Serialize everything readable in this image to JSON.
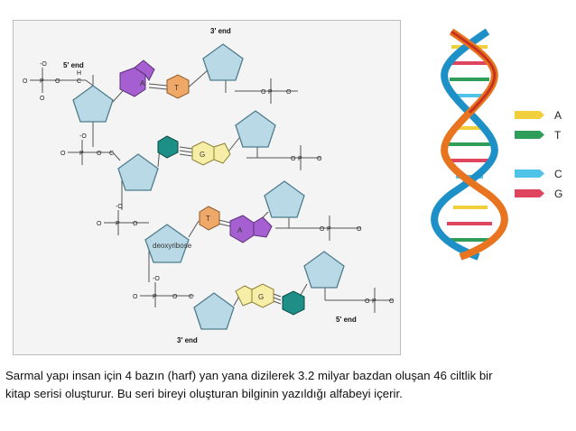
{
  "structure_diagram": {
    "end_labels": [
      "3' end",
      "5' end",
      "5' end",
      "3' end"
    ],
    "sugar_label": "deoxyribose",
    "bases": [
      "A",
      "T",
      "G",
      "T",
      "A",
      "G"
    ],
    "atoms": {
      "O": "O",
      "P": "P",
      "C": "C",
      "H2": "H",
      "OH": "O",
      "neg_O": "-O"
    },
    "colors": {
      "sugar": "#b9d9e6",
      "sugar_stroke": "#4f7d8c",
      "adenine": "#a65fd1",
      "thymine": "#f0a868",
      "guanine": "#f6eea6",
      "cytosine": "#1d8f86"
    }
  },
  "helix_legend": [
    {
      "label": "A",
      "color": "#f0cf3a"
    },
    {
      "label": "T",
      "color": "#2f9e5a"
    },
    {
      "label": "C",
      "color": "#4fc3e8"
    },
    {
      "label": "G",
      "color": "#e0455f"
    }
  ],
  "helix_colors": {
    "strand_orange": "#e8741f",
    "strand_red": "#c5321e",
    "strand_blue": "#1e90c8",
    "strand_teal": "#27a3b4"
  },
  "caption": {
    "line1": "Sarmal yapı insan için 4 bazın (harf) yan yana dizilerek  3.2 milyar bazdan oluşan 46 ciltlik bir",
    "line2": "kitap serisi oluşturur. Bu seri bireyi oluşturan bilginin yazıldığı alfabeyi içerir."
  }
}
